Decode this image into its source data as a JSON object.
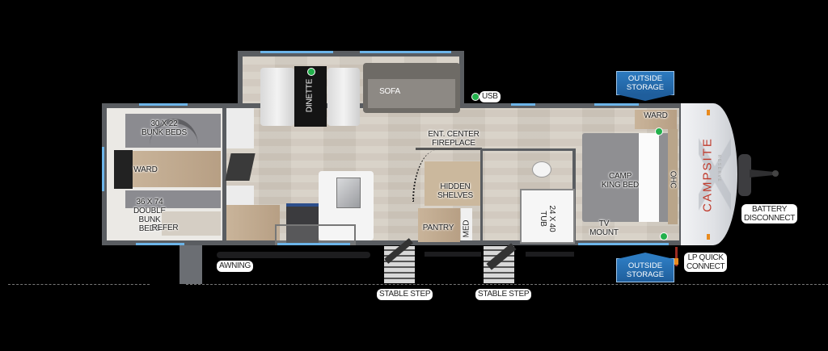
{
  "floorplan": {
    "brand": "CAMPSITE",
    "brand_sub": "RESERVE",
    "rooms": {
      "bunk_upper": "30 X 22\nBUNK BEDS",
      "bunk_ward": "WARD",
      "bunk_double": "36 X 74\nDOUBLE\nBUNK BEDS",
      "refer": "REFER",
      "dinette": "DINETTE",
      "sofa": "SOFA",
      "usb": "USB",
      "ent_center": "ENT. CENTER\nFIREPLACE",
      "hidden_shelves": "HIDDEN\nSHELVES",
      "pantry": "PANTRY",
      "med": "MED",
      "tub": "24 X 40\nTUB",
      "bed": "CAMP\nKING BED",
      "bed_ward": "WARD",
      "ohc": "OHC",
      "tv_mount": "TV\nMOUNT"
    },
    "callouts": {
      "outside_storage_top": "OUTSIDE\nSTORAGE",
      "outside_storage_bottom": "OUTSIDE\nSTORAGE",
      "battery": "BATTERY\nDISCONNECT",
      "lp": "LP QUICK\nCONNECT",
      "awning": "AWNING",
      "stable_step_1": "STABLE STEP",
      "stable_step_2": "STABLE STEP"
    },
    "colors": {
      "background": "#000000",
      "wall": "#5a5d61",
      "window": "#6cb4e8",
      "badge": "#1f5e9c",
      "outlet_dot": "#22b04b",
      "brand_red": "#c0392b"
    }
  }
}
